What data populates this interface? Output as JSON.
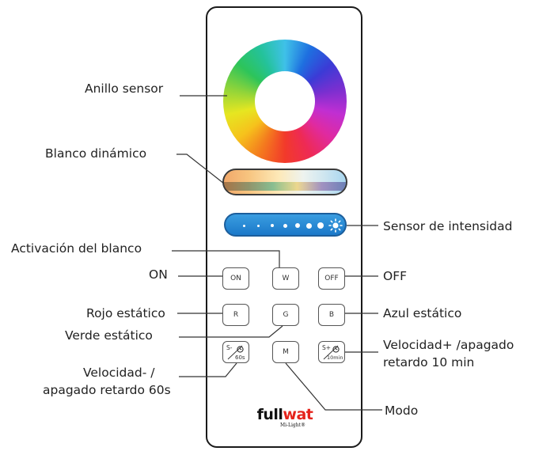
{
  "labels": {
    "ring": "Anillo sensor",
    "white_dynamic": "Blanco dinámico",
    "intensity": "Sensor de intensidad",
    "white_activation": "Activación del blanco",
    "on": "ON",
    "off": "OFF",
    "red": "Rojo estático",
    "green": "Verde estático",
    "blue": "Azul estático",
    "speed_down_line1": "Velocidad- /",
    "speed_down_line2": "apagado retardo 60s",
    "speed_up_line1": "Velocidad+ /apagado",
    "speed_up_line2": "retardo 10 min",
    "mode": "Modo"
  },
  "buttons": {
    "on": "ON",
    "w": "W",
    "off": "OFF",
    "r": "R",
    "g": "G",
    "b": "B",
    "m": "M",
    "speed_down_top": "S-",
    "speed_down_bottom": "60s",
    "speed_up_top": "S+",
    "speed_up_bottom": "10min"
  },
  "logo": {
    "brand_left": "full",
    "brand_right": "wat",
    "sub": "Mi-Light",
    "trademark": "®",
    "brand_left_color": "#111111",
    "brand_right_color": "#e5231b"
  },
  "colors": {
    "line": "#333333",
    "intensity_blue": "#1b79c9",
    "outline": "#1a1a1a"
  }
}
